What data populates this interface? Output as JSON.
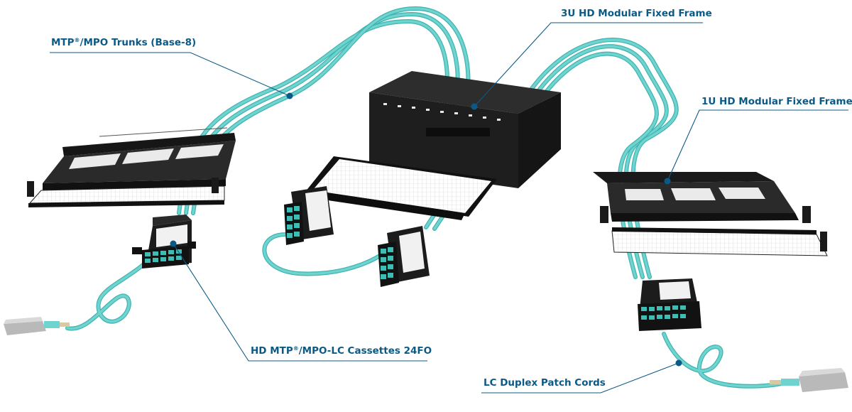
{
  "colors": {
    "fiber": "#6fd3cf",
    "fiber_edge": "#3fb3ae",
    "callout": "#0b5a86",
    "hardware": "#1b1b1b",
    "hardware_face": "#2b2b2b",
    "adapter": "#3dbdb4",
    "label_card": "#f2f2f2"
  },
  "callouts": {
    "trunks": {
      "part1": "MTP",
      "sup": "®",
      "part2": "/MPO Trunks (Base-8)"
    },
    "frame_3u": {
      "text": "3U HD Modular Fixed Frame"
    },
    "frame_1u": {
      "text": "1U HD Modular Fixed Frame"
    },
    "cassettes": {
      "part1": "HD MTP",
      "sup": "®",
      "part2": "/MPO-LC Cassettes 24FO"
    },
    "patch_cords": {
      "text": "LC Duplex Patch Cords"
    }
  },
  "components": [
    {
      "name": "left-1u-frame",
      "kind": "rack-frame"
    },
    {
      "name": "center-3u-frame",
      "kind": "rack-frame"
    },
    {
      "name": "right-1u-frame",
      "kind": "rack-frame"
    },
    {
      "name": "left-cassette",
      "kind": "cassette"
    },
    {
      "name": "center-cassette-a",
      "kind": "cassette"
    },
    {
      "name": "center-cassette-b",
      "kind": "cassette"
    },
    {
      "name": "right-cassette",
      "kind": "cassette"
    },
    {
      "name": "left-transceiver",
      "kind": "transceiver"
    },
    {
      "name": "right-transceiver",
      "kind": "transceiver"
    }
  ]
}
